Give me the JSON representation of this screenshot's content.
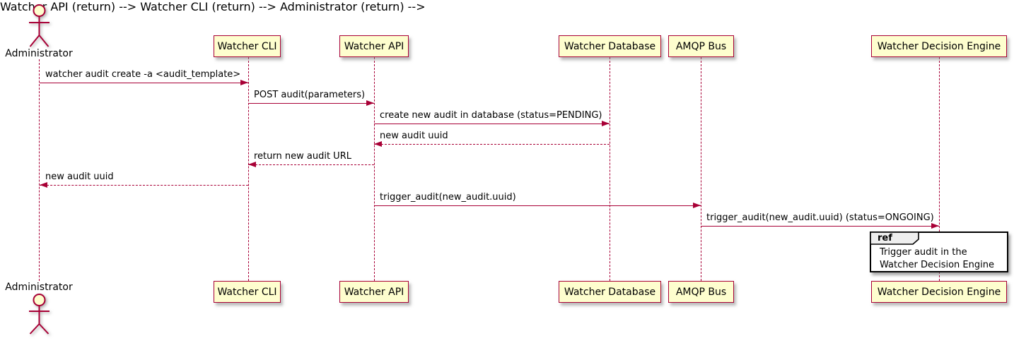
{
  "diagram": {
    "type": "sequence",
    "actor": {
      "name": "Administrator"
    },
    "participants": [
      {
        "id": "watcher-cli",
        "label": "Watcher CLI"
      },
      {
        "id": "watcher-api",
        "label": "Watcher API"
      },
      {
        "id": "watcher-database",
        "label": "Watcher Database"
      },
      {
        "id": "amqp-bus",
        "label": "AMQP Bus"
      },
      {
        "id": "watcher-decision-engine",
        "label": "Watcher Decision Engine"
      }
    ],
    "messages": [
      {
        "from": "Administrator",
        "to": "Watcher CLI",
        "line": "solid",
        "label": "watcher audit create -a <audit_template>"
      },
      {
        "from": "Watcher CLI",
        "to": "Watcher API",
        "line": "solid",
        "label": "POST audit(parameters)"
      },
      {
        "from": "Watcher API",
        "to": "Watcher Database",
        "line": "solid",
        "label": "create new audit in database (status=PENDING)"
      },
      {
        "from": "Watcher Database",
        "to": "Watcher API",
        "line": "dashed",
        "label": "new audit uuid"
      },
      {
        "from": "Watcher API",
        "to": "Watcher CLI",
        "line": "dashed",
        "label": "return new audit URL"
      },
      {
        "from": "Watcher CLI",
        "to": "Administrator",
        "line": "dashed",
        "label": "new audit uuid"
      },
      {
        "from": "Watcher API",
        "to": "AMQP Bus",
        "line": "solid",
        "label": "trigger_audit(new_audit.uuid)"
      },
      {
        "from": "AMQP Bus",
        "to": "Watcher Decision Engine",
        "line": "solid",
        "label": "trigger_audit(new_audit.uuid) (status=ONGOING)"
      }
    ],
    "ref_fragment": {
      "keyword": "ref",
      "over": "Watcher Decision Engine",
      "line1": "Trigger audit in the",
      "line2": "Watcher Decision Engine"
    },
    "colors": {
      "line": "#A80036",
      "participant_fill": "#FEFECE",
      "ref_header_fill": "#EEEEEE",
      "text": "#000000"
    }
  }
}
